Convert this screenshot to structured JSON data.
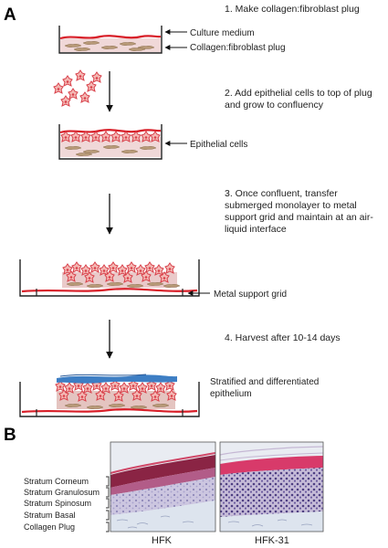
{
  "panels": {
    "a": "A",
    "b": "B"
  },
  "steps": [
    {
      "text": "1. Make collagen:fibroblast plug"
    },
    {
      "text": "2.  Add epithelial cells to top of plug and grow to confluency"
    },
    {
      "text": "3. Once confluent, transfer submerged monolayer to metal support grid and maintain at an air-liquid interface"
    },
    {
      "text": "4. Harvest after 10-14 days"
    }
  ],
  "labels": {
    "culture_medium": "Culture medium",
    "plug": "Collagen:fibroblast plug",
    "epithelial": "Epithelial cells",
    "grid": "Metal support grid",
    "stratified": "Stratified and differentiated epithelium"
  },
  "layers": [
    "Stratum Corneum",
    "Stratum Granulosum",
    "Stratum Spinosum",
    "Stratum Basal",
    "Collagen Plug"
  ],
  "micrographs": [
    {
      "caption": "HFK"
    },
    {
      "caption": "HFK-31"
    }
  ],
  "colors": {
    "medium_red": "#d81e28",
    "plug_pink": "#f0d8d8",
    "fibroblast": "#b89a78",
    "cell_red": "#e0505a",
    "blue_layer": "#3d7ec4",
    "dish": "#222222"
  }
}
